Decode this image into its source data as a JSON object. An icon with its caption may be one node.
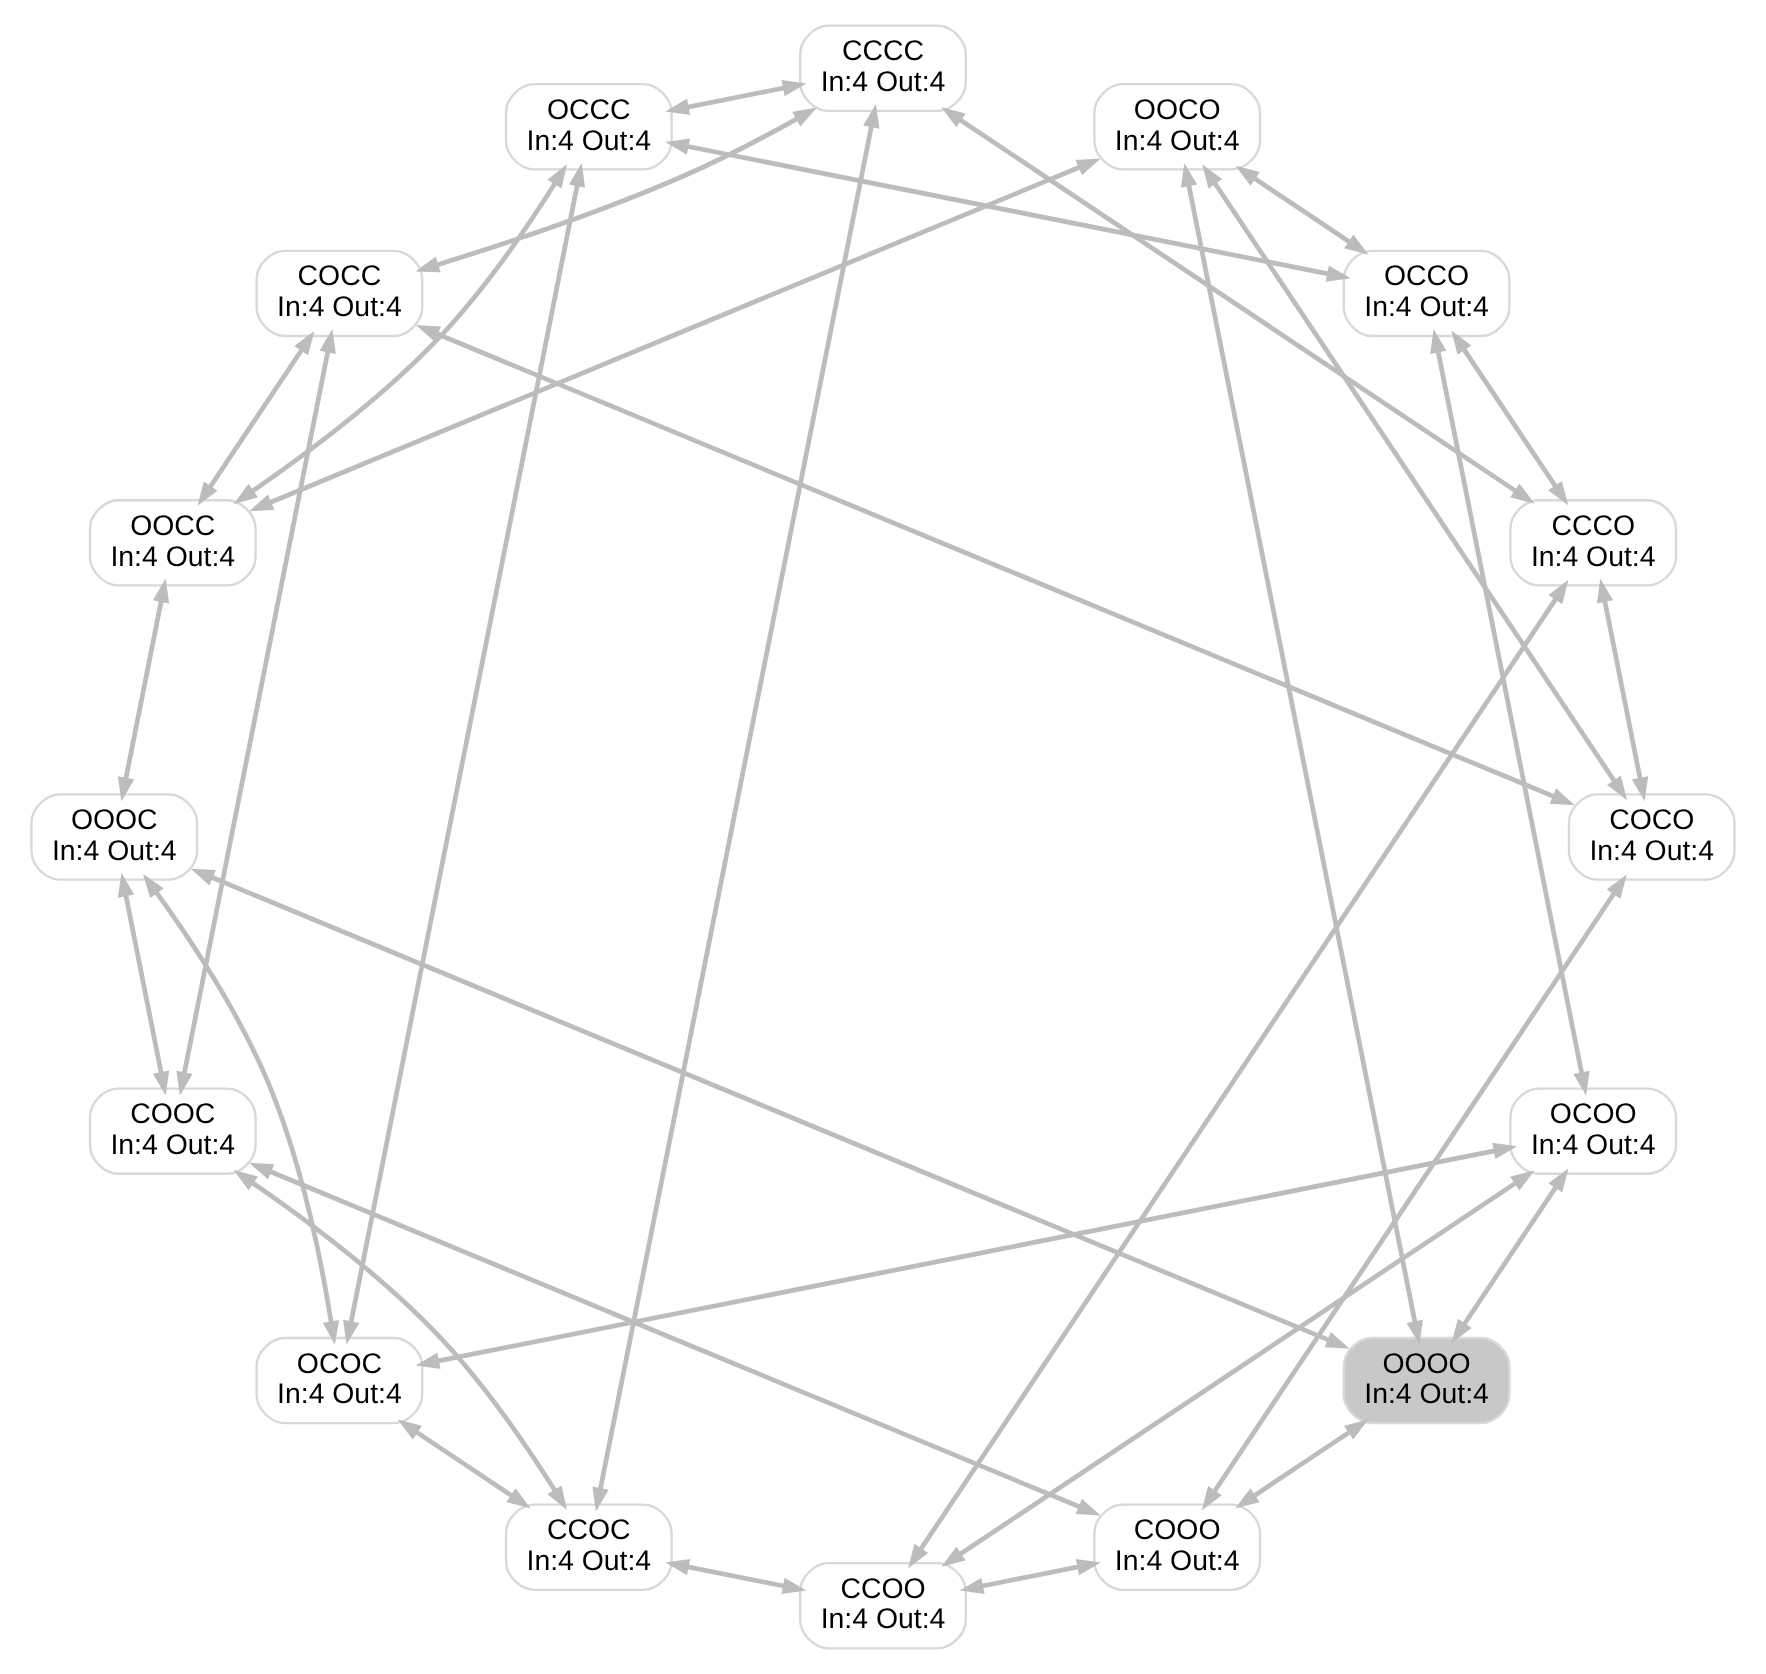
{
  "diagram": {
    "nodes": [
      {
        "text": [
          "OCCC",
          "In:4 Out:4"
        ]
      },
      {
        "text": [
          "OCOC",
          "In:4 Out:4"
        ]
      },
      {
        "text": [
          "CCCC",
          "In:4 Out:4"
        ]
      },
      {
        "text": [
          "CCOC",
          "In:4 Out:4"
        ]
      },
      {
        "text": [
          "COCC",
          "In:4 Out:4"
        ]
      },
      {
        "text": [
          "COOC",
          "In:4 Out:4"
        ]
      },
      {
        "text": [
          "OOCC",
          "In:4 Out:4"
        ]
      },
      {
        "text": [
          "OOOC",
          "In:4 Out:4"
        ]
      },
      {
        "text": [
          "OOCO",
          "In:4 Out:4"
        ]
      },
      {
        "text": [
          "OOOO",
          "In:4 Out:4"
        ]
      },
      {
        "text": [
          "COCO",
          "In:4 Out:4"
        ]
      },
      {
        "text": [
          "COOO",
          "In:4 Out:4"
        ]
      },
      {
        "text": [
          "CCCO",
          "In:4 Out:4"
        ]
      },
      {
        "text": [
          "CCOO",
          "In:4 Out:4"
        ]
      },
      {
        "text": [
          "OCCO",
          "In:4 Out:4"
        ]
      },
      {
        "text": [
          "OCOO",
          "In:4 Out:4"
        ]
      }
    ],
    "edges": [
      {
        "from": 0,
        "to": 1,
        "arrow": "both"
      },
      {
        "from": 0,
        "to": 2,
        "arrow": "both"
      },
      {
        "from": 0,
        "to": 6,
        "arrow": "both"
      },
      {
        "from": 0,
        "to": 14,
        "arrow": "both"
      },
      {
        "from": 1,
        "to": 3,
        "arrow": "both"
      },
      {
        "from": 1,
        "to": 7,
        "arrow": "both"
      },
      {
        "from": 1,
        "to": 15,
        "arrow": "both"
      },
      {
        "from": 2,
        "to": 3,
        "arrow": "both"
      },
      {
        "from": 2,
        "to": 4,
        "arrow": "both"
      },
      {
        "from": 2,
        "to": 12,
        "arrow": "both"
      },
      {
        "from": 3,
        "to": 5,
        "arrow": "both"
      },
      {
        "from": 3,
        "to": 13,
        "arrow": "both"
      },
      {
        "from": 4,
        "to": 5,
        "arrow": "both"
      },
      {
        "from": 4,
        "to": 6,
        "arrow": "both"
      },
      {
        "from": 4,
        "to": 10,
        "arrow": "both"
      },
      {
        "from": 5,
        "to": 7,
        "arrow": "both"
      },
      {
        "from": 5,
        "to": 11,
        "arrow": "both"
      },
      {
        "from": 6,
        "to": 7,
        "arrow": "both"
      },
      {
        "from": 6,
        "to": 8,
        "arrow": "both"
      },
      {
        "from": 7,
        "to": 9,
        "arrow": "both"
      },
      {
        "from": 8,
        "to": 9,
        "arrow": "both"
      },
      {
        "from": 8,
        "to": 10,
        "arrow": "both"
      },
      {
        "from": 8,
        "to": 14,
        "arrow": "both"
      },
      {
        "from": 9,
        "to": 11,
        "arrow": "both"
      },
      {
        "from": 9,
        "to": 15,
        "arrow": "both"
      },
      {
        "from": 10,
        "to": 11,
        "arrow": "both"
      },
      {
        "from": 10,
        "to": 12,
        "arrow": "both"
      },
      {
        "from": 11,
        "to": 13,
        "arrow": "both"
      },
      {
        "from": 12,
        "to": 13,
        "arrow": "both"
      },
      {
        "from": 12,
        "to": 14,
        "arrow": "both"
      },
      {
        "from": 13,
        "to": 15,
        "arrow": "both"
      },
      {
        "from": 14,
        "to": 15,
        "arrow": "both"
      }
    ]
  }
}
